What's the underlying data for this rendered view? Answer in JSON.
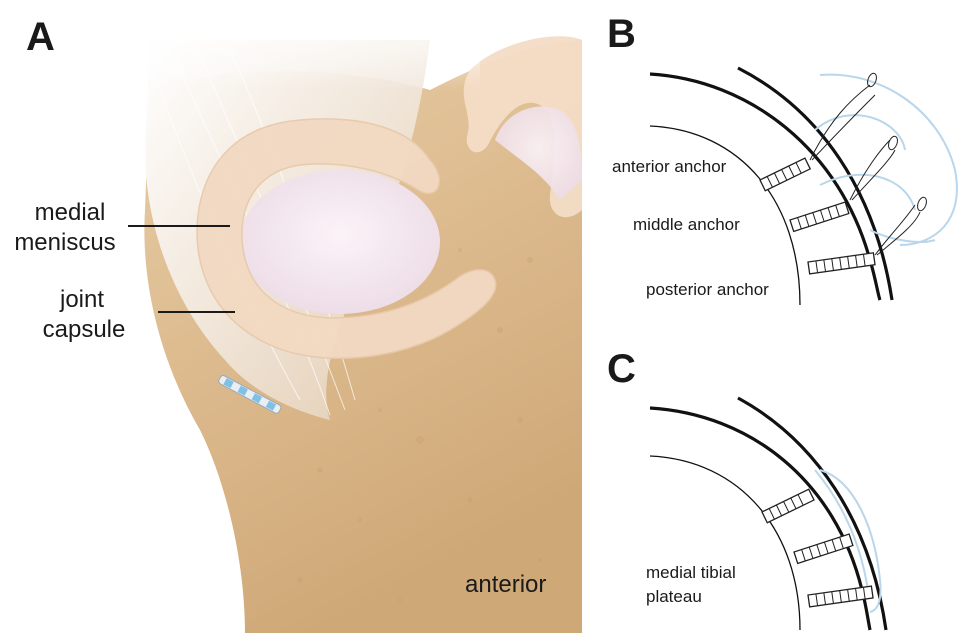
{
  "panels": {
    "a": {
      "letter": "A",
      "labels": {
        "medial_meniscus_line1": "medial",
        "medial_meniscus_line2": "meniscus",
        "joint_capsule_line1": "joint",
        "joint_capsule_line2": "capsule",
        "orientation": "anterior"
      }
    },
    "b": {
      "letter": "B",
      "labels": {
        "anterior_anchor": "anterior anchor",
        "middle_anchor": "middle anchor",
        "posterior_anchor": "posterior anchor"
      }
    },
    "c": {
      "letter": "C",
      "labels": {
        "plateau_line1": "medial tibial",
        "plateau_line2": "plateau"
      }
    }
  },
  "colors": {
    "bone": "#d9b78c",
    "meniscus": "#f3dcc6",
    "cartilage": "#f4e8ef",
    "suture": "#b9d6ea",
    "line": "#1a1a1a"
  }
}
